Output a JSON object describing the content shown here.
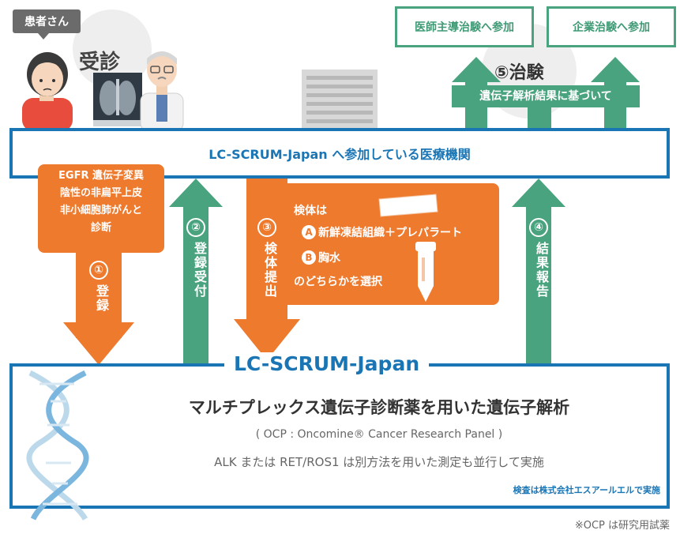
{
  "patient_label": "患者さん",
  "visit_label": "受診",
  "trial": {
    "number": "⑤",
    "label": "治験",
    "investigator_box": "医師主導治験へ参加",
    "company_box": "企業治験へ参加",
    "basis_text": "遺伝子解析結果に基づいて"
  },
  "institution_label": "LC-SCRUM-Japan へ参加している医療機関",
  "diagnosis_lines": [
    "EGFR 遺伝子変異",
    "陰性の非扁平上皮",
    "非小細胞肺がんと",
    "診断"
  ],
  "steps": {
    "s1": {
      "number": "①",
      "label": "登録"
    },
    "s2": {
      "number": "②",
      "label": "登録受付"
    },
    "s3": {
      "number": "③",
      "label": "検体提出"
    },
    "s4": {
      "number": "④",
      "label": "結果報告"
    }
  },
  "specimen": {
    "title": "検体は",
    "option_a_mark": "A",
    "option_a": "新鮮凍結組織＋プレパラート",
    "option_b_mark": "B",
    "option_b": "胸水",
    "footer": "のどちらかを選択"
  },
  "lab": {
    "title": "LC-SCRUM-Japan",
    "heading": "マルチプレックス遺伝子診断薬を用いた遺伝子解析",
    "sub": "( OCP : Oncomine® Cancer Research Panel )",
    "note": "ALK または RET/ROS1 は別方法を用いた測定も並行して実施",
    "company": "検査は株式会社エスアールエルで実施"
  },
  "footnote": "※OCP は研究用試薬",
  "colors": {
    "blue": "#1a75b5",
    "green": "#4aa37f",
    "orange": "#ee7a2e",
    "gray": "#6a6a6a"
  }
}
